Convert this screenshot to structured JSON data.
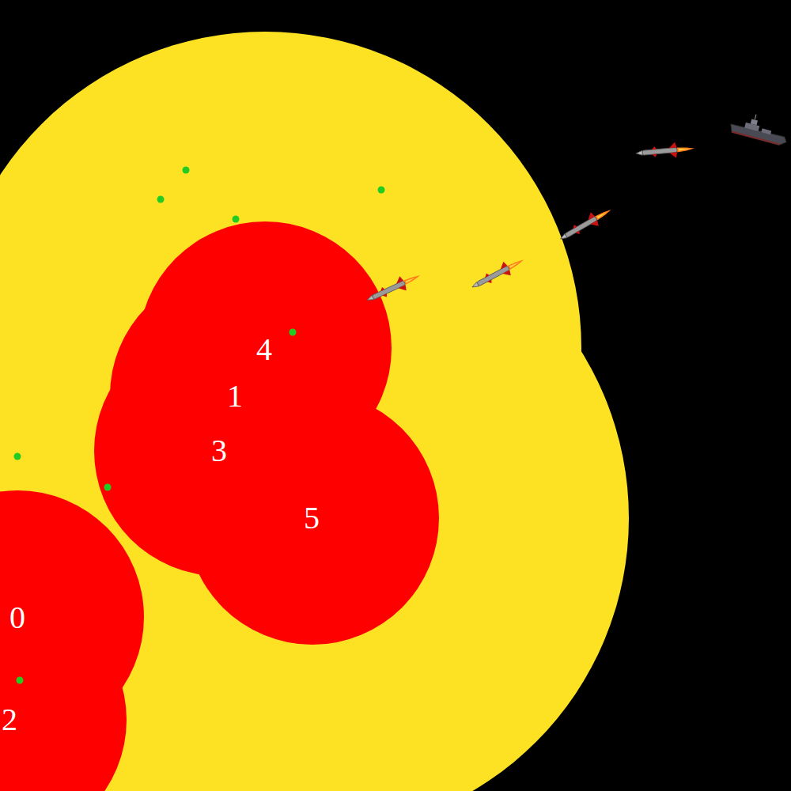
{
  "diagram": {
    "labels": [
      "4",
      "1",
      "3",
      "5",
      "0",
      "2"
    ]
  }
}
